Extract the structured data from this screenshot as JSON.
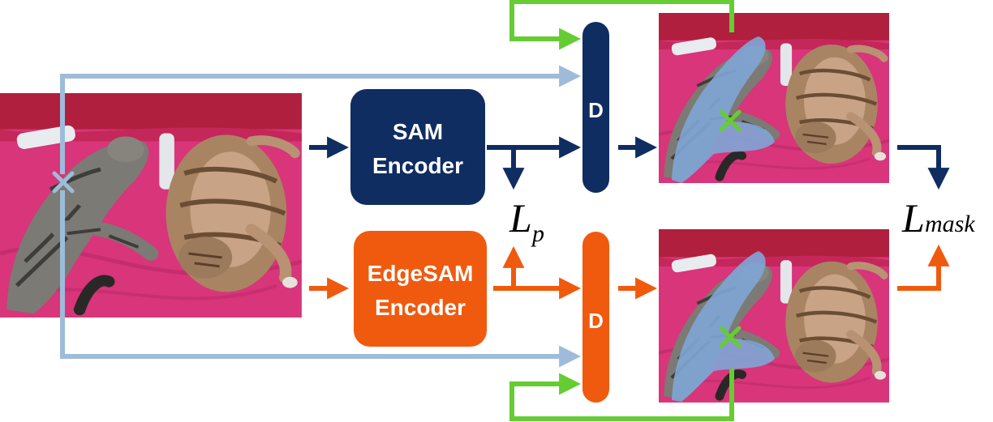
{
  "colors": {
    "sam_navy": "#0f2d61",
    "edgesam_orange": "#f05a0e",
    "prompt_blue": "#9ebcd9",
    "point_green": "#66cc33",
    "mask_blue": "#7fa6d6",
    "blanket_pink": "#d8357a"
  },
  "images": {
    "input": "photo of two cats lying on a pink blanket with a TV remote",
    "output_top": "same photo with the left cat highlighted by a blue mask and a green point marker",
    "output_bottom": "same photo with the left cat highlighted by a blue mask and a green point marker"
  },
  "sam_encoder": {
    "line1": "SAM",
    "line2": "Encoder"
  },
  "edgesam_encoder": {
    "line1": "EdgeSAM",
    "line2": "Encoder"
  },
  "decoder_top": {
    "label": "D"
  },
  "decoder_bottom": {
    "label": "D"
  },
  "loss_p": {
    "base": "L",
    "sub": "p"
  },
  "loss_mask": {
    "base": "L",
    "sub": "mask"
  },
  "markers": {
    "prompt_point": "cross-icon",
    "output_point": "cross-icon"
  }
}
